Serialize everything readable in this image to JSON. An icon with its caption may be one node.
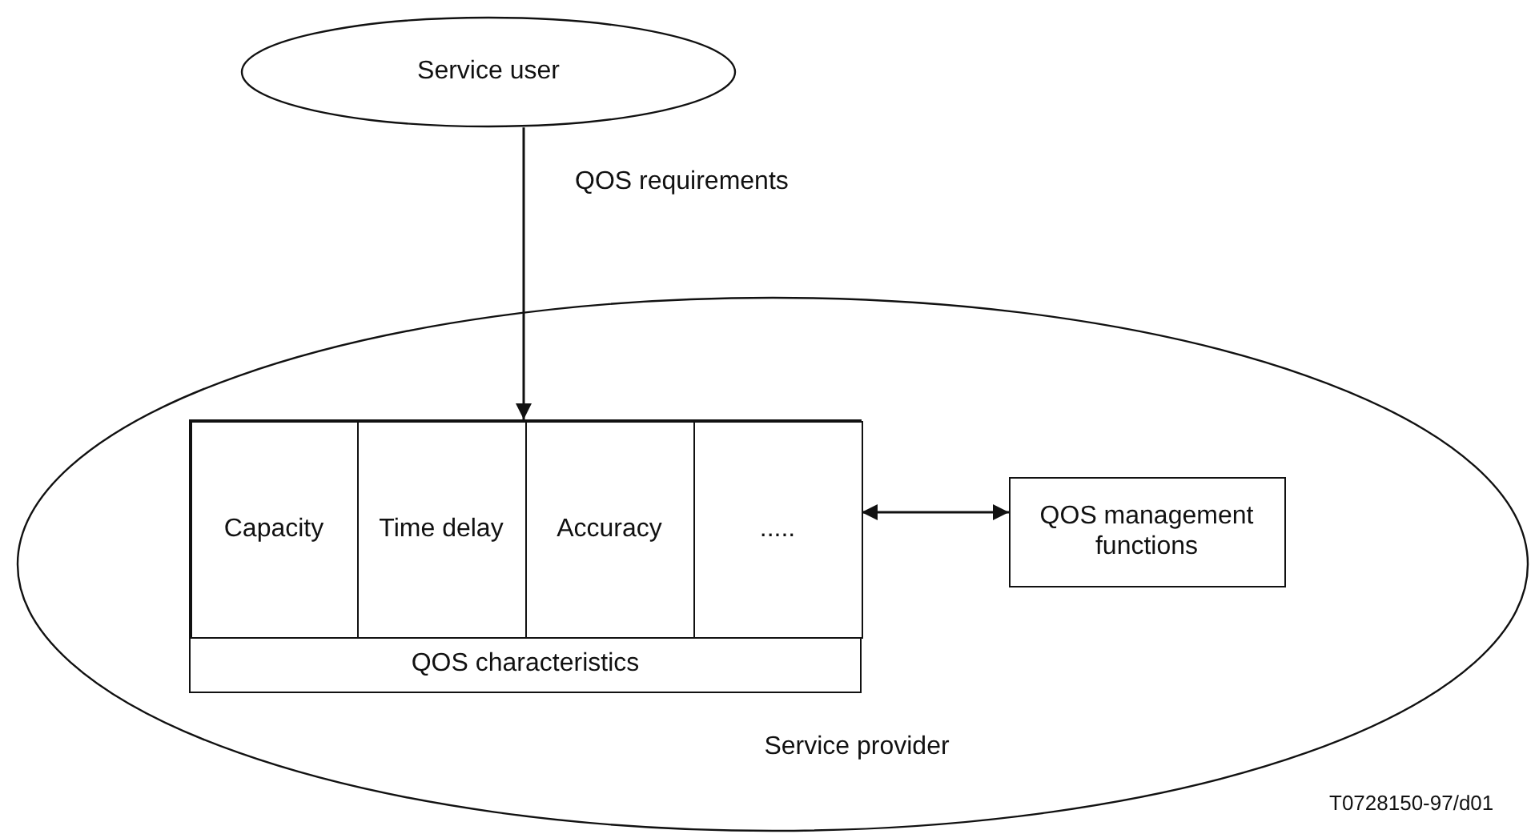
{
  "diagram": {
    "nodes": [
      {
        "text": [
          "Service user"
        ]
      },
      {
        "text": [
          "Service provider"
        ]
      },
      {
        "text": [
          "QOS characteristics"
        ],
        "in": 1
      },
      {
        "text": [
          "Capacity"
        ],
        "in": 2
      },
      {
        "text": [
          "Time delay"
        ],
        "in": 2
      },
      {
        "text": [
          "Accuracy"
        ],
        "in": 2
      },
      {
        "text": [
          "....."
        ],
        "in": 2
      },
      {
        "text": [
          "QOS management functions"
        ],
        "in": 1
      }
    ],
    "edges": [
      {
        "from": 0,
        "to": 2,
        "arrow": "to",
        "label": "QOS requirements"
      },
      {
        "from": 6,
        "to": 7,
        "arrow": "both"
      }
    ],
    "labels": [
      "T0728150-97/d01"
    ]
  }
}
